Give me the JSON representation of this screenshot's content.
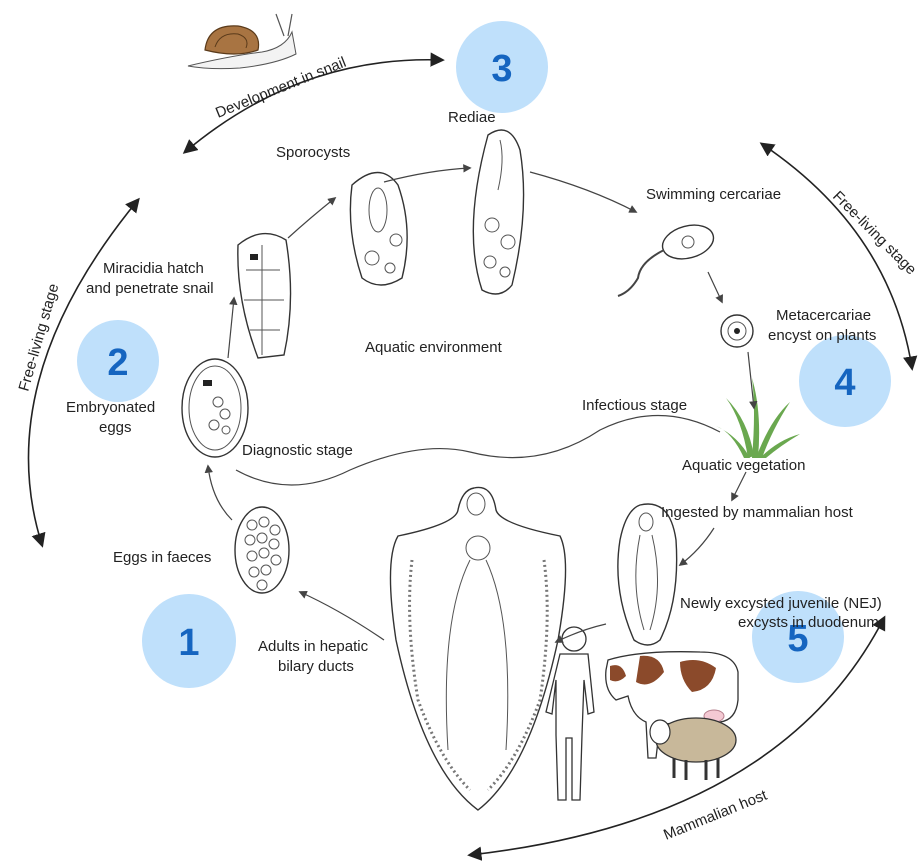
{
  "stages": {
    "development_in_snail": "Development in snail",
    "free_living_left": "Free-living stage",
    "free_living_right": "Free-living stage",
    "mammalian_host": "Mammalian host"
  },
  "labels": {
    "rediae": "Rediae",
    "sporocysts": "Sporocysts",
    "swimming_cercariae": "Swimming cercariae",
    "miracidia_line1": "Miracidia hatch",
    "miracidia_line2": "and penetrate snail",
    "metacercariae_line1": "Metacercariae",
    "metacercariae_line2": "encyst on plants",
    "aquatic_environment": "Aquatic environment",
    "embryonated_line1": "Embryonated",
    "embryonated_line2": "eggs",
    "infectious_stage": "Infectious stage",
    "diagnostic_stage": "Diagnostic stage",
    "aquatic_vegetation": "Aquatic vegetation",
    "ingested": "Ingested by mammalian host",
    "eggs_in_faeces": "Eggs in faeces",
    "nej_line1": "Newly excysted juvenile (NEJ)",
    "nej_line2": "excysts in duodenum",
    "adults_line1": "Adults in hepatic",
    "adults_line2": "bilary ducts"
  },
  "badges": [
    "1",
    "2",
    "3",
    "4",
    "5"
  ],
  "colors": {
    "badge_fill": "#bfe0fb",
    "badge_text": "#1565c0",
    "grass": "#6aa84f",
    "cow_patch": "#8b4a2b",
    "sheep": "#c8b89a"
  }
}
